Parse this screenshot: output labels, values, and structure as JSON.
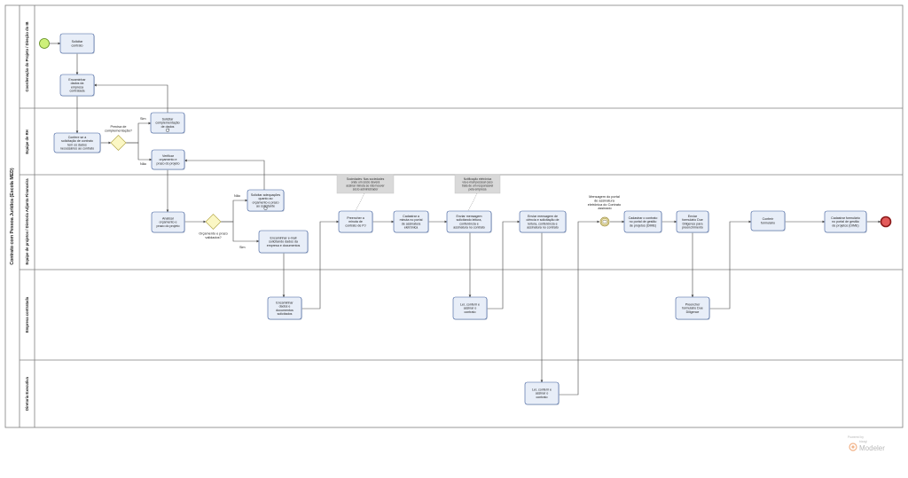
{
  "pool": {
    "title": "Contrato com Pessoa Jurídica (Escola MED)"
  },
  "lanes": [
    {
      "id": "lane-coordenacao",
      "label": "Coordenação do Projeto / Direção do IB"
    },
    {
      "id": "lane-rh",
      "label": "Equipe de RH"
    },
    {
      "id": "lane-projetos",
      "label": "Equipe de projetos / Diretoria Adjunta Financeira"
    },
    {
      "id": "lane-empresa",
      "label": "Empresa contratada"
    },
    {
      "id": "lane-diretoria",
      "label": "Diretoria Executiva"
    }
  ],
  "tasks": [
    {
      "id": "t-solicitar-contrato",
      "lines": [
        "Solicitar",
        "contrato"
      ]
    },
    {
      "id": "t-encaminhar-dados",
      "lines": [
        "Encaminhar",
        "dados da",
        "empresa",
        "contratada"
      ]
    },
    {
      "id": "t-confere-solicitacao",
      "lines": [
        "Confere se a",
        "solicitação de contrato",
        "tem os dados",
        "necessários ao contrato"
      ]
    },
    {
      "id": "t-solicitar-complementacao",
      "lines": [
        "Solicitar",
        "complementação",
        "de dados"
      ]
    },
    {
      "id": "t-verificar-orcamento",
      "lines": [
        "Verificar",
        "orçamento e",
        "prazo do projeto"
      ]
    },
    {
      "id": "t-analisar-orcamento",
      "lines": [
        "Analisar",
        "orçamento e",
        "prazo do projeto"
      ]
    },
    {
      "id": "t-solicitar-adequacoes",
      "lines": [
        "Solicitar adequações",
        "quanto ao",
        "orçamento e prazo",
        "ao solicitante"
      ]
    },
    {
      "id": "t-encaminhar-email",
      "lines": [
        "Encaminhar e-mail",
        "solicitando dados da",
        "empresa e documentos"
      ]
    },
    {
      "id": "t-encaminhar-documentos",
      "lines": [
        "Encaminhar",
        "dados e",
        "documentos",
        "solicitados"
      ]
    },
    {
      "id": "t-preencher-minuta",
      "lines": [
        "Preencher a",
        "minuta de",
        "contrato de PJ"
      ]
    },
    {
      "id": "t-cadastrar-minuta",
      "lines": [
        "Cadastrar a",
        "minuta no portal",
        "de assinatura",
        "eletrônica"
      ]
    },
    {
      "id": "t-enviar-mensagem",
      "lines": [
        "Enviar mensagem",
        "solicitando leitura,",
        "conferência e",
        "assinatura no contrato"
      ]
    },
    {
      "id": "t-enviar-ciencia",
      "lines": [
        "Enviar mensagem de",
        "ciência e solicitação de",
        "leitura, conferência e",
        "assinatura no contrato"
      ]
    },
    {
      "id": "t-ler-empresa",
      "lines": [
        "Ler, conferir e",
        "assinar o",
        "contrato"
      ]
    },
    {
      "id": "t-ler-diretoria",
      "lines": [
        "Ler, conferir e",
        "assinar o",
        "contrato"
      ]
    },
    {
      "id": "t-cadastrar-contrato",
      "lines": [
        "Cadastrar o contrato",
        "no portal de gestão",
        "de projetos (DIME)"
      ]
    },
    {
      "id": "t-enviar-formulario",
      "lines": [
        "Enviar",
        "formulário Due",
        "Diligence para",
        "preenchimento"
      ]
    },
    {
      "id": "t-preencher-formulario",
      "lines": [
        "Preencher",
        "formulário Due",
        "Diligence"
      ]
    },
    {
      "id": "t-conferir-formulario",
      "lines": [
        "Conferir",
        "formulário"
      ]
    },
    {
      "id": "t-cadastrar-formulario",
      "lines": [
        "Cadastrar formulário",
        "no portal de gestão",
        "de projetos (DIME)"
      ]
    }
  ],
  "gateways": [
    {
      "id": "gw-complementacao",
      "question": [
        "Precisa de",
        "complementação?"
      ],
      "yes": "Sim",
      "no": "Não"
    },
    {
      "id": "gw-orcamento",
      "question": [
        "Orçamento e prazo",
        "validados?"
      ],
      "yes": "Sim",
      "no": "Não"
    }
  ],
  "notes": [
    {
      "id": "note-sociedades",
      "lines": [
        "Sociedades: Nas sociedades",
        "onde um sócio deverá",
        "assinar minuta se não houver",
        "sócio administrador"
      ]
    },
    {
      "id": "note-notificacao",
      "lines": [
        "Notificação eletrônica",
        "via e-mail pessoal caso",
        "trata de um responsável",
        "pela empresa"
      ]
    }
  ],
  "event_label": [
    "Mensagem do portal",
    "de assinatura",
    "eletrônica do Contrato",
    "assinado"
  ],
  "brand": {
    "powered": "Powered by",
    "name": "Modeler",
    "vendor": "bizagi"
  },
  "colors": {
    "task_fill": "#e8eef8",
    "task_stroke": "#3b5a9a",
    "gateway_fill": "#fbf7c4",
    "gateway_stroke": "#b5a84c",
    "start_fill": "#cdf07a",
    "end_fill": "#e35b5b",
    "note_fill": "#d9d9d9",
    "event_fill": "#f5edbd"
  }
}
